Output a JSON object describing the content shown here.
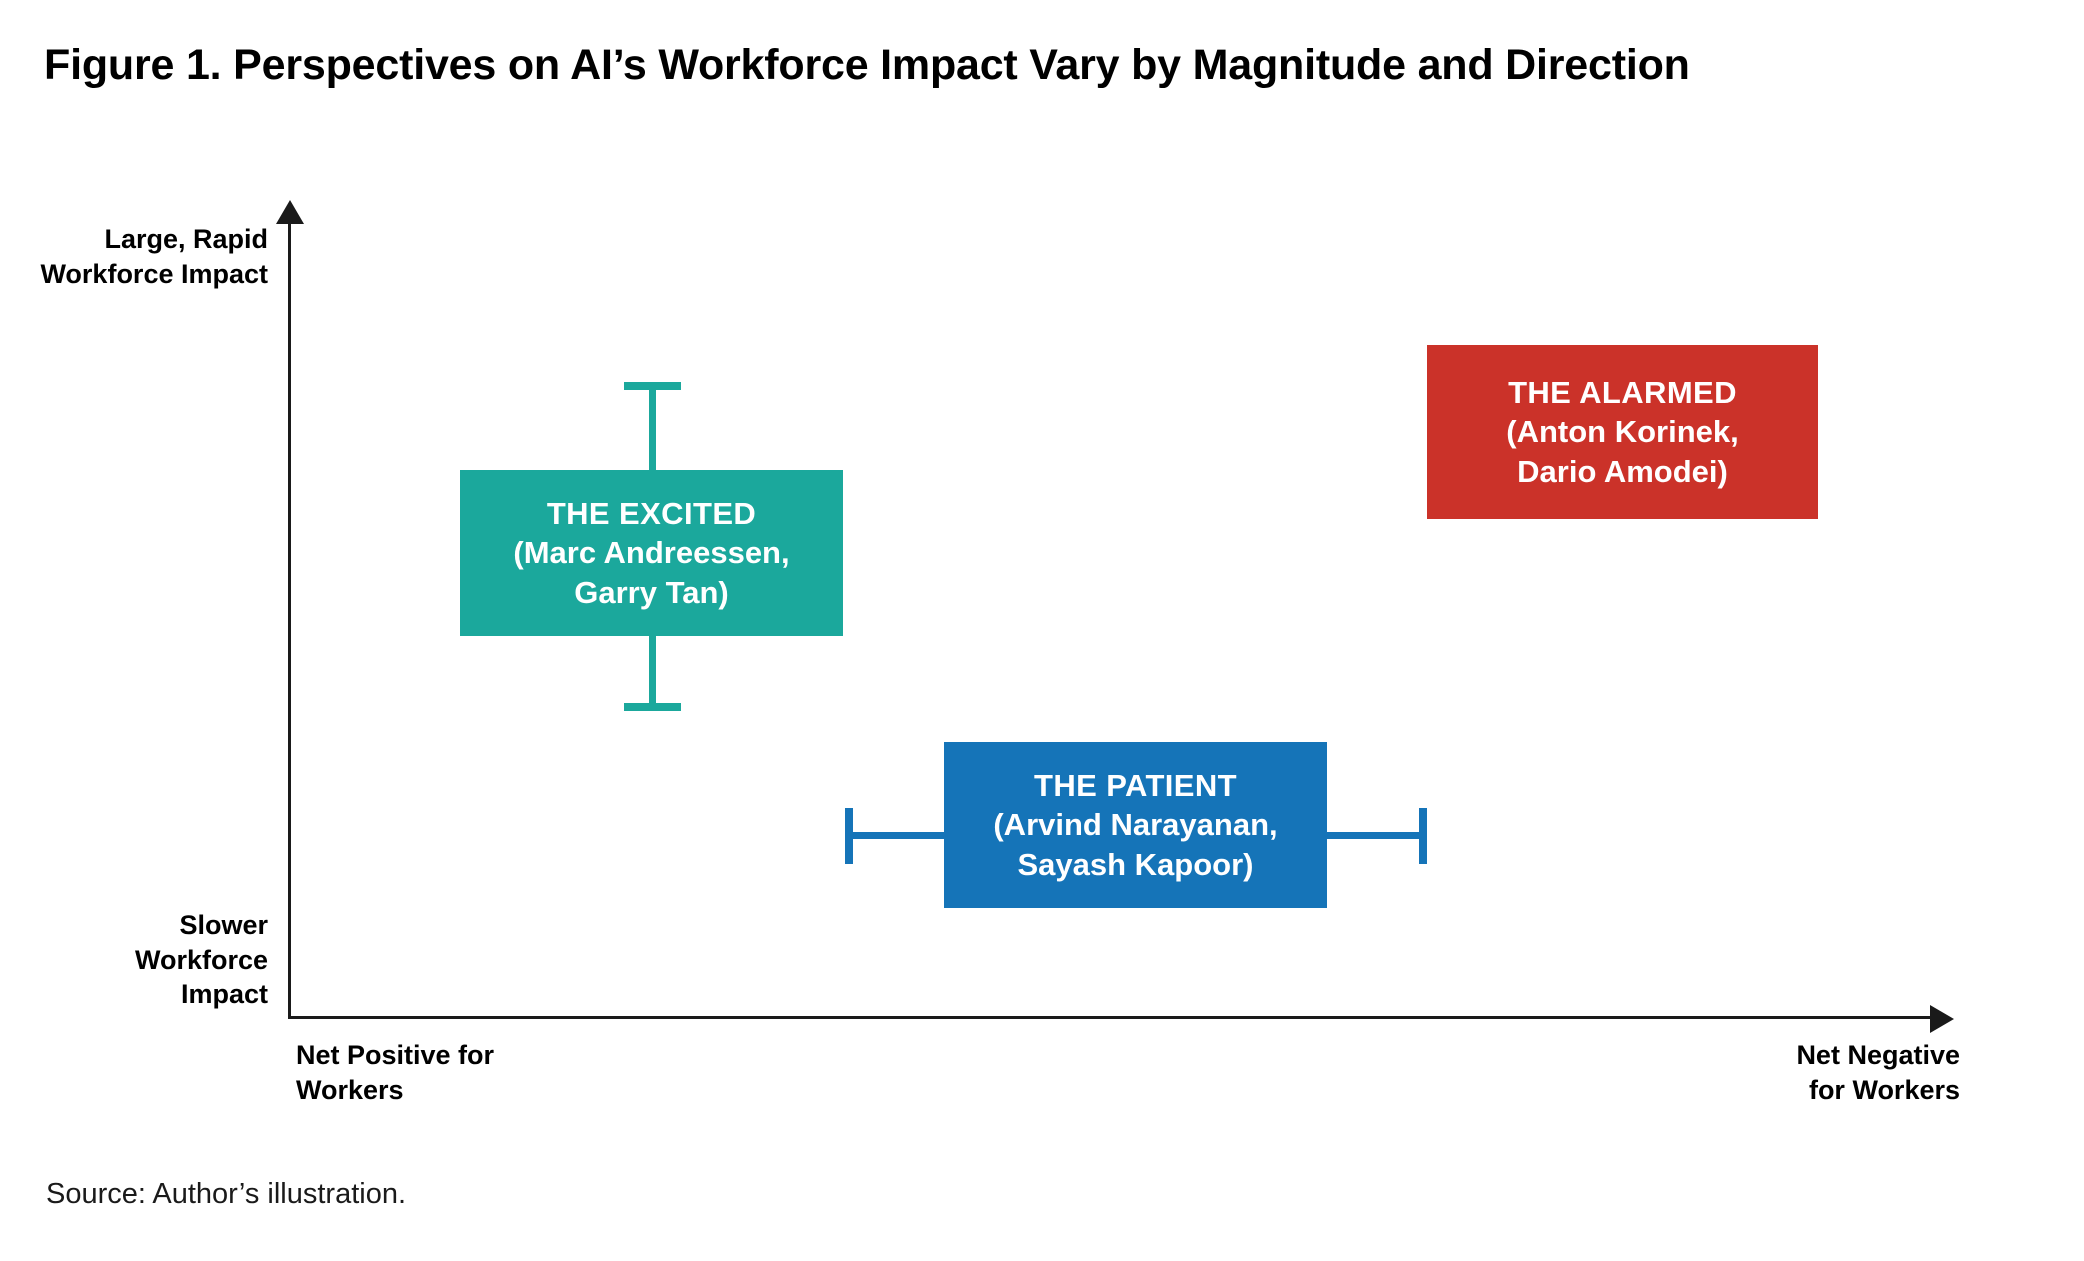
{
  "title": "Figure 1. Perspectives on AI’s Workforce Impact Vary by Magnitude and Direction",
  "source_note": "Source: Author’s illustration.",
  "axes": {
    "y_top_label_line1": "Large, Rapid",
    "y_top_label_line2": "Workforce Impact",
    "y_bottom_label_line1": "Slower",
    "y_bottom_label_line2": "Workforce",
    "y_bottom_label_line3": "Impact",
    "x_left_label_line1": "Net Positive for",
    "x_left_label_line2": "Workers",
    "x_right_label_line1": "Net Negative",
    "x_right_label_line2": "for Workers"
  },
  "groups": {
    "excited": {
      "title": "THE EXCITED",
      "sub_line1": "(Marc Andreessen,",
      "sub_line2": "Garry Tan)",
      "color": "#1BA89C"
    },
    "patient": {
      "title": "THE PATIENT",
      "sub_line1": "(Arvind Narayanan,",
      "sub_line2": "Sayash Kapoor)",
      "color": "#1574B8"
    },
    "alarmed": {
      "title": "THE ALARMED",
      "sub_line1": "(Anton Korinek,",
      "sub_line2": "Dario Amodei)",
      "color": "#CB3229"
    }
  },
  "chart_data": {
    "type": "scatter",
    "title": "Figure 1. Perspectives on AI’s Workforce Impact Vary by Magnitude and Direction",
    "subtitle": "",
    "xlabel": "Net Positive for Workers → Net Negative for Workers",
    "ylabel": "Slower Workforce Impact → Large, Rapid Workforce Impact",
    "xlim": [
      0,
      100
    ],
    "ylim": [
      0,
      100
    ],
    "x_axis_ticks": [
      "Net Positive for Workers",
      "Net Negative for Workers"
    ],
    "y_axis_ticks": [
      "Slower Workforce Impact",
      "Large, Rapid Workforce Impact"
    ],
    "grid": false,
    "legend": "none (labels drawn inside markers)",
    "notes": "Conceptual 2x2 style illustration. Each group is drawn as a filled rectangle spanning an uncertainty range; whisker caps extend the range vertically (The Excited) or horizontally (The Patient). The Alarmed is a plain box with no whiskers.",
    "series": [
      {
        "name": "THE EXCITED",
        "label_lines": [
          "THE EXCITED",
          "(Marc Andreessen,",
          "Garry Tan)"
        ],
        "color": "#1BA89C",
        "x_center": 22,
        "y_center": 65,
        "box_x_range": [
          11,
          35
        ],
        "box_y_range": [
          57,
          73
        ],
        "whisker_orientation": "vertical",
        "whisker_y_range": [
          47,
          83
        ],
        "whisker_x_range": null
      },
      {
        "name": "THE PATIENT",
        "label_lines": [
          "THE PATIENT",
          "(Arvind Narayanan,",
          "Sayash Kapoor)"
        ],
        "color": "#1574B8",
        "x_center": 51,
        "y_center": 31,
        "box_x_range": [
          40,
          63
        ],
        "box_y_range": [
          23,
          39
        ],
        "whisker_orientation": "horizontal",
        "whisker_y_range": null,
        "whisker_x_range": [
          34,
          69
        ]
      },
      {
        "name": "THE ALARMED",
        "label_lines": [
          "THE ALARMED",
          "(Anton Korinek,",
          "Dario Amodei)"
        ],
        "color": "#CB3229",
        "x_center": 80,
        "y_center": 78,
        "box_x_range": [
          69,
          93
        ],
        "box_y_range": [
          70,
          87
        ],
        "whisker_orientation": "none",
        "whisker_y_range": null,
        "whisker_x_range": null
      }
    ]
  }
}
